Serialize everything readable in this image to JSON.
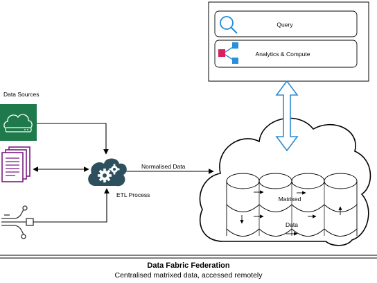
{
  "labels": {
    "data_sources": "Data Sources",
    "etl_process": "ETL Process",
    "normalised_data": "Normalised Data",
    "matrixed": "Matrixed",
    "data": "Data"
  },
  "panel": {
    "query_label": "Query",
    "analytics_label": "Analytics & Compute"
  },
  "caption": {
    "title": "Data Fabric Federation",
    "subtitle": "Centralised matrixed data, accessed remotely"
  },
  "colors": {
    "server_tile": "#1e7a4a",
    "document_icon": "#7b1a82",
    "etl_cloud": "#2d4f5e",
    "query_icon": "#1f8ed8",
    "analytics_node": "#d6215f",
    "analytics_leaf": "#2a8fd8",
    "double_arrow_stroke": "#2e8bd3"
  },
  "icons": {
    "server": "server-icon",
    "document": "document-icon",
    "iot": "iot-sensor-icon",
    "etl": "cloud-gears-icon",
    "query": "search-icon",
    "analytics": "analytics-graph-icon"
  }
}
